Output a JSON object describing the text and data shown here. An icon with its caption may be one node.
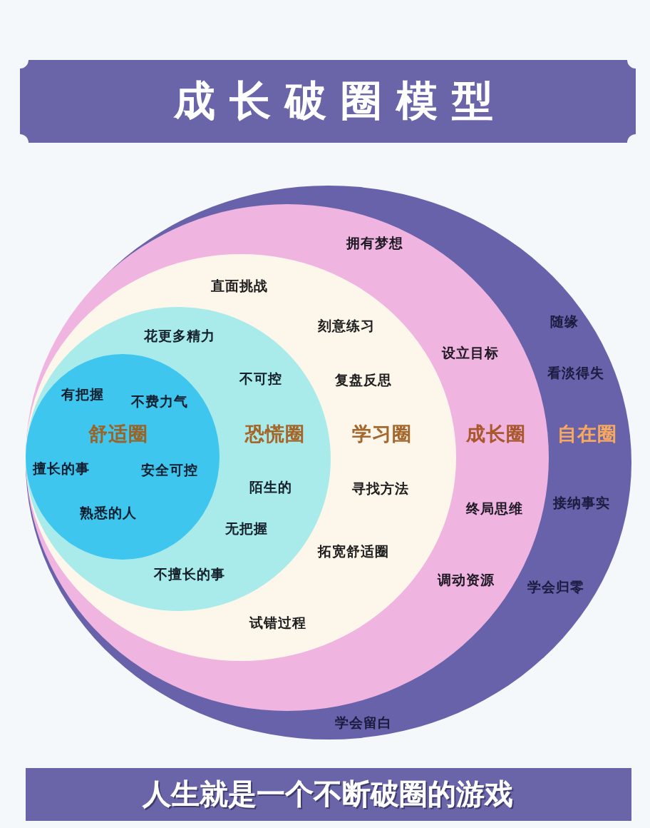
{
  "diagram": {
    "title": "成长破圈模型",
    "caption": "人生就是一个不断破圈的游戏",
    "nodes": [
      {
        "text": [
          "自在圈",
          "随缘",
          "看淡得失",
          "接纳事实",
          "学会归零",
          "学会留白"
        ]
      },
      {
        "text": [
          "成长圈",
          "拥有梦想",
          "设立目标",
          "终局思维",
          "调动资源"
        ],
        "in": 0
      },
      {
        "text": [
          "学习圈",
          "直面挑战",
          "刻意练习",
          "复盘反思",
          "寻找方法",
          "拓宽舒适圈",
          "试错过程"
        ],
        "in": 1
      },
      {
        "text": [
          "恐慌圈",
          "花更多精力",
          "不可控",
          "陌生的",
          "无把握",
          "不擅长的事"
        ],
        "in": 2
      },
      {
        "text": [
          "舒适圈",
          "有把握",
          "不费力气",
          "擅长的事",
          "安全可控",
          "熟悉的人"
        ],
        "in": 3
      }
    ]
  }
}
